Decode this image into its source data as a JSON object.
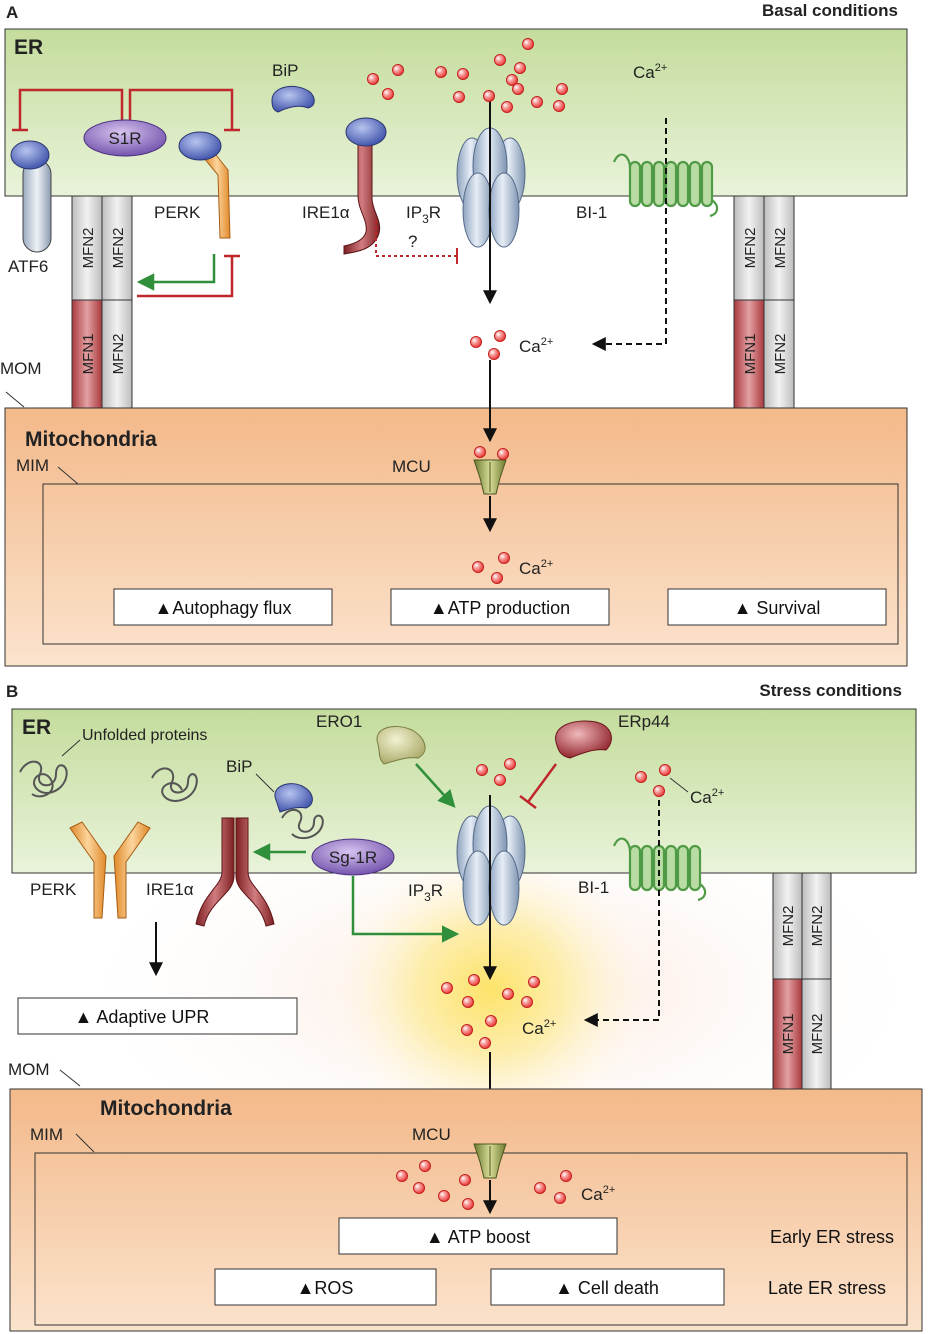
{
  "panel_a": {
    "letter": "A",
    "condition": "Basal conditions",
    "er_label": "ER",
    "mito_label": "Mitochondria",
    "bip": "BiP",
    "ca_er": "Ca",
    "ca_sup": "2+",
    "s1r": "S1R",
    "perk": "PERK",
    "ire1a": "IRE1α",
    "ip3r_main": "IP",
    "ip3r_sub": "3",
    "ip3r_end": "R",
    "bi1": "BI-1",
    "atf6": "ATF6",
    "question": "?",
    "mom": "MOM",
    "mim": "MIM",
    "mcu": "MCU",
    "mfn_left": [
      "MFN2",
      "MFN2",
      "MFN1",
      "MFN2"
    ],
    "mfn_right": [
      "MFN2",
      "MFN2",
      "MFN1",
      "MFN2"
    ],
    "boxes": [
      "▲Autophagy flux",
      "▲ATP production",
      "▲ Survival"
    ]
  },
  "panel_b": {
    "letter": "B",
    "condition": "Stress conditions",
    "er_label": "ER",
    "mito_label": "Mitochondria",
    "unfolded": "Unfolded proteins",
    "bip": "BiP",
    "ero1": "ERO1",
    "erp44": "ERp44",
    "ca": "Ca",
    "ca_sup": "2+",
    "sg1r": "Sg-1R",
    "perk": "PERK",
    "ire1a": "IRE1α",
    "ip3r_main": "IP",
    "ip3r_sub": "3",
    "ip3r_end": "R",
    "bi1": "BI-1",
    "mom": "MOM",
    "mim": "MIM",
    "mcu": "MCU",
    "mfn": [
      "MFN2",
      "MFN2",
      "MFN1",
      "MFN2"
    ],
    "adaptive_upr": "▲ Adaptive UPR",
    "atp_boost": "▲ ATP boost",
    "ros": "▲ROS",
    "cell_death": "▲ Cell death",
    "early": "Early ER stress",
    "late": "Late ER stress"
  },
  "colors": {
    "er_fill": "#d2e6b4",
    "mito_fill": "#f7c49a",
    "inhibit_red": "#c0272d",
    "activate_green": "#2f8f3a",
    "ca_red": "#e8312f",
    "mfn1_fill": "#c45a5e",
    "mfn2_fill": "#d9d9d9"
  }
}
